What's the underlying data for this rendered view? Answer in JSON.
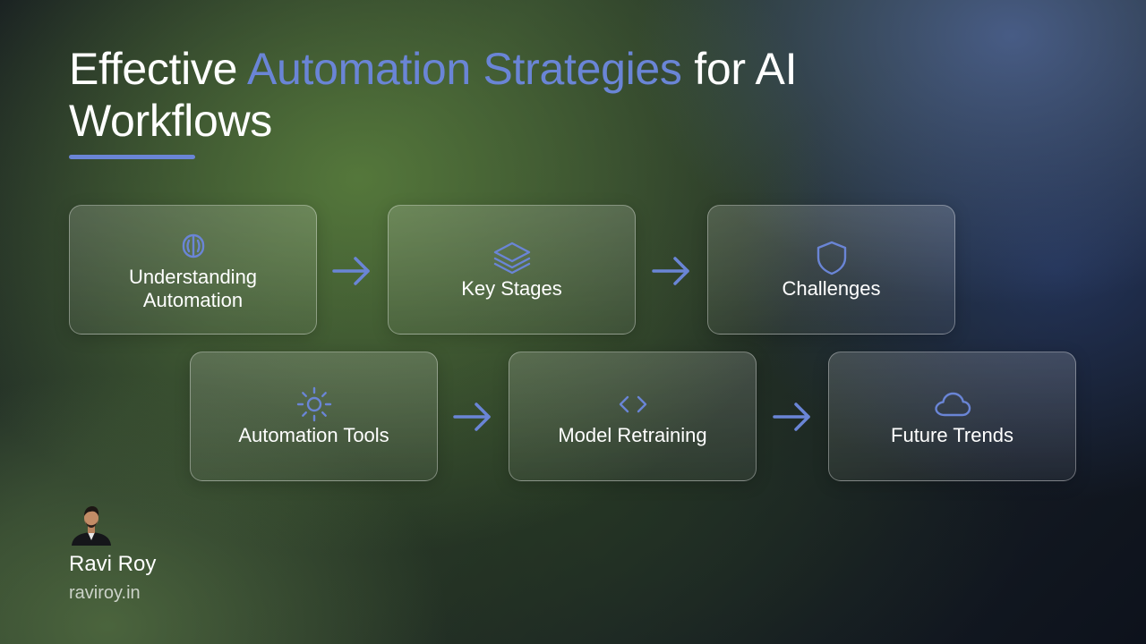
{
  "slide": {
    "title_part1": "Effective ",
    "title_accent": "Automation Strategies",
    "title_part2": " for AI Workflows"
  },
  "steps": [
    {
      "label": "Understanding Automation",
      "icon": "brain-icon"
    },
    {
      "label": "Key Stages",
      "icon": "layers-icon"
    },
    {
      "label": "Challenges",
      "icon": "shield-icon"
    },
    {
      "label": "Automation Tools",
      "icon": "sun-icon"
    },
    {
      "label": "Model Retraining",
      "icon": "code-icon"
    },
    {
      "label": "Future Trends",
      "icon": "cloud-icon"
    }
  ],
  "author": {
    "name": "Ravi Roy",
    "website": "raviroy.in"
  },
  "colors": {
    "accent": "#6a85d6",
    "text": "#ffffff"
  }
}
